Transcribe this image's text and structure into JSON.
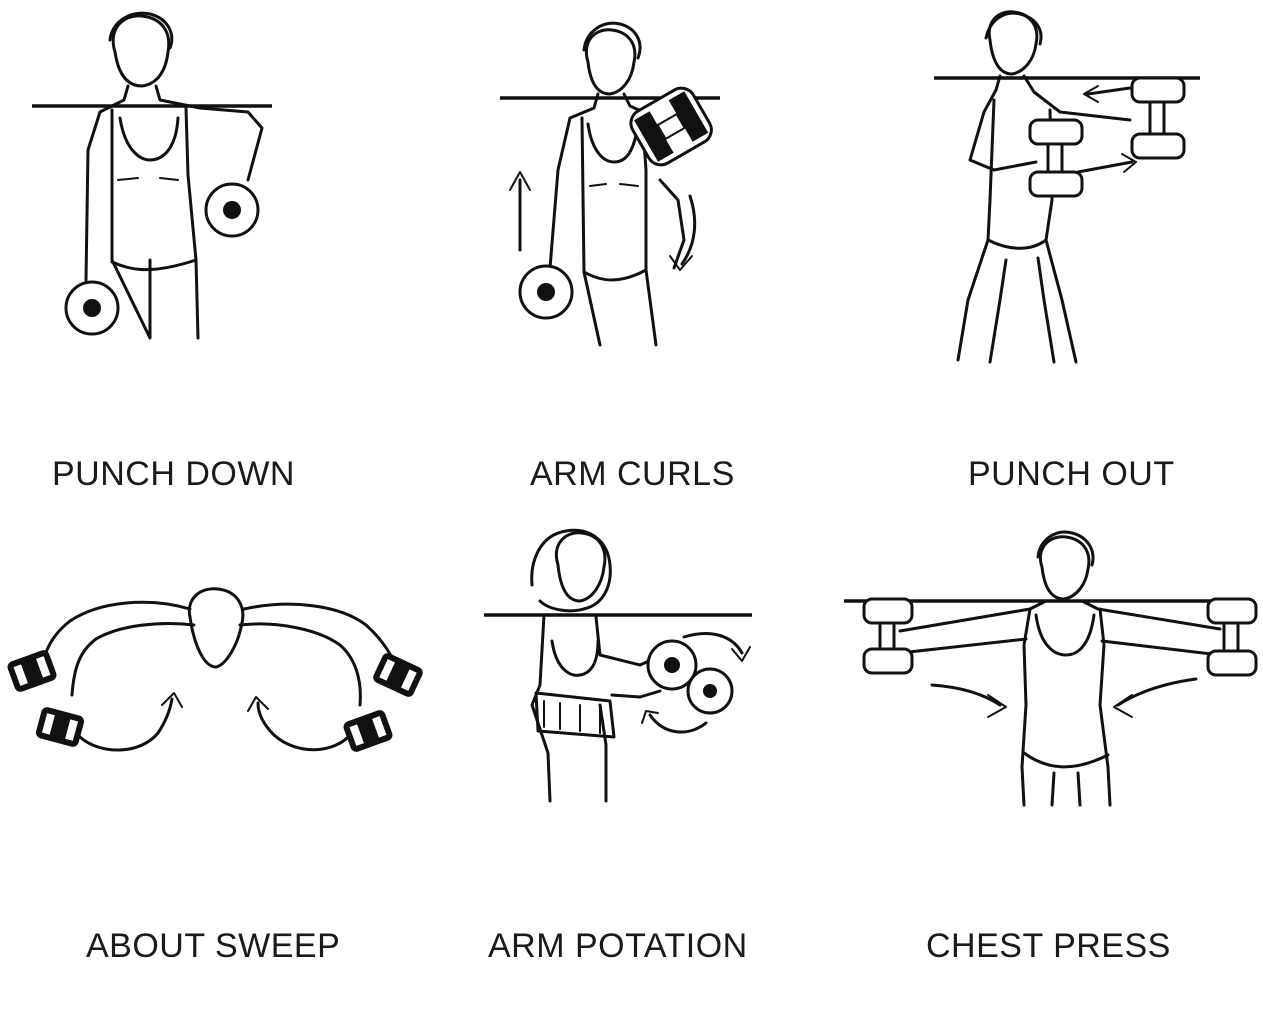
{
  "exercises": [
    {
      "label": "PUNCH DOWN"
    },
    {
      "label": "ARM CURLS"
    },
    {
      "label": "PUNCH OUT"
    },
    {
      "label": "ABOUT SWEEP"
    },
    {
      "label": "ARM POTATION"
    },
    {
      "label": "CHEST PRESS"
    }
  ],
  "colors": {
    "line": "#111111",
    "background": "#ffffff",
    "text": "#1a1a1a"
  }
}
